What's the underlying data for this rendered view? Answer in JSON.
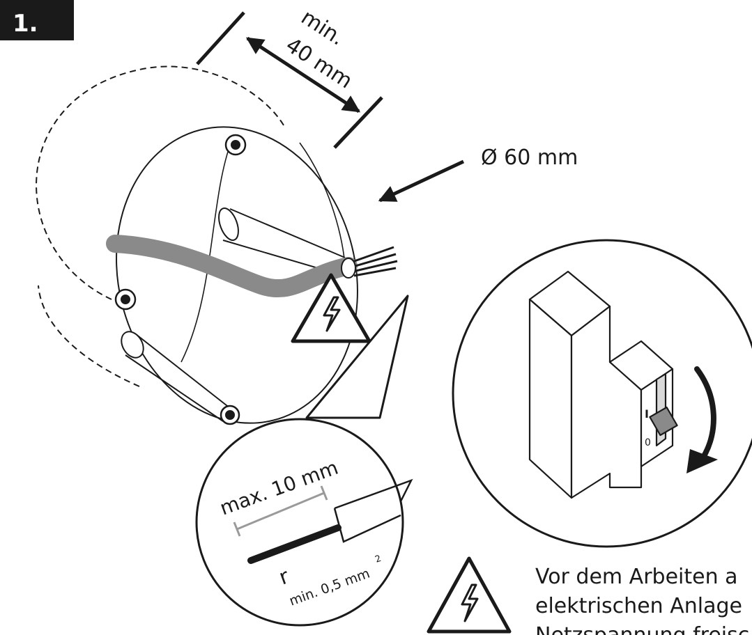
{
  "step": {
    "number": "1."
  },
  "dimensions": {
    "depth_min": "min.",
    "depth_value": "40 mm",
    "diameter": "Ø 60 mm",
    "strip_length": "max. 10 mm",
    "wire_radius_symbol": "r",
    "wire_min_section": "min. 0,5 mm",
    "wire_min_section_exponent": "2"
  },
  "warning": {
    "line1": "Vor dem Arbeiten a",
    "line2": "elektrischen Anlage",
    "line3": "Netzspannung freisc"
  },
  "breaker": {
    "label_on": "I",
    "label_off": "0"
  },
  "icons": {
    "warning": "high-voltage-warning-icon",
    "arrow": "rotate-arrow-icon"
  },
  "colors": {
    "ink": "#1a1a1a",
    "cable": "#8a8a8a",
    "badge": "#1a1a1a"
  }
}
